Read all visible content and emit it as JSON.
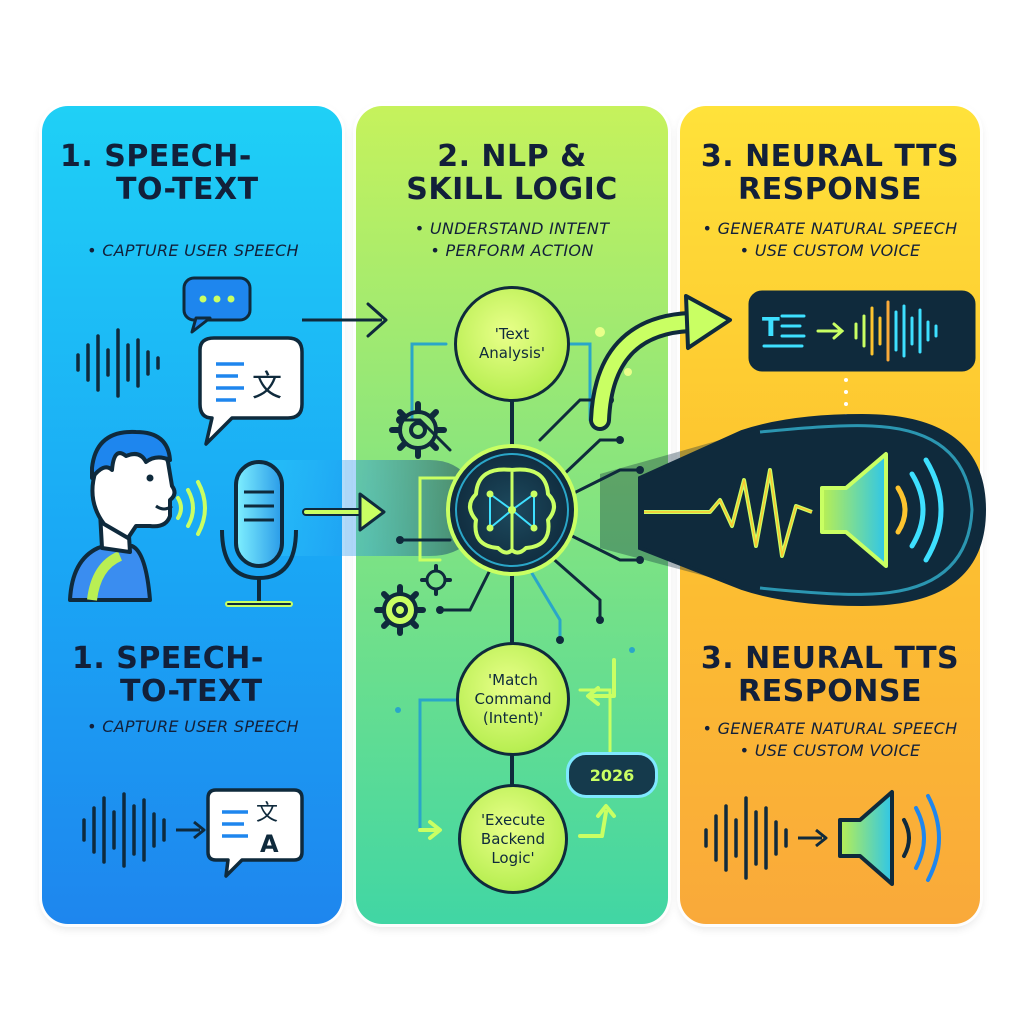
{
  "stages": [
    {
      "title_lines": [
        "1. SPEECH-",
        "TO-TEXT"
      ],
      "bullets": [
        "CAPTURE USER SPEECH"
      ]
    },
    {
      "title_lines": [
        "2. NLP &",
        "SKILL LOGIC"
      ],
      "bullets": [
        "UNDERSTAND INTENT",
        "PERFORM ACTION"
      ]
    },
    {
      "title_lines": [
        "3. NEURAL TTS",
        "RESPONSE"
      ],
      "bullets": [
        "GENERATE NATURAL SPEECH",
        "USE CUSTOM VOICE"
      ]
    }
  ],
  "repeat_stages": [
    {
      "title_lines": [
        "1. SPEECH-",
        "TO-TEXT"
      ],
      "bullets": [
        "CAPTURE USER SPEECH"
      ]
    },
    {
      "title_lines": [
        "3. NEURAL TTS",
        "RESPONSE"
      ],
      "bullets": [
        "GENERATE NATURAL SPEECH",
        "USE CUSTOM VOICE"
      ]
    }
  ],
  "flow_nodes": [
    {
      "lines": [
        "'Text",
        "Analysis'"
      ]
    },
    {
      "lines": [
        "'Match",
        "Command",
        "(Intent)'"
      ]
    },
    {
      "lines": [
        "'Execute",
        "Backend",
        "Logic'"
      ]
    }
  ],
  "badge": "2026",
  "icon_glyphs": {
    "translate_top": "文",
    "translate_latin": "A",
    "text_mark": "T"
  },
  "colors": {
    "stt_panel": "#1aa7f5",
    "nlp_panel": "#8fe67a",
    "tts_panel": "#fdc42f",
    "outline": "#12203a",
    "accent_lime": "#c9ff63",
    "accent_cyan": "#3ee0ff"
  }
}
